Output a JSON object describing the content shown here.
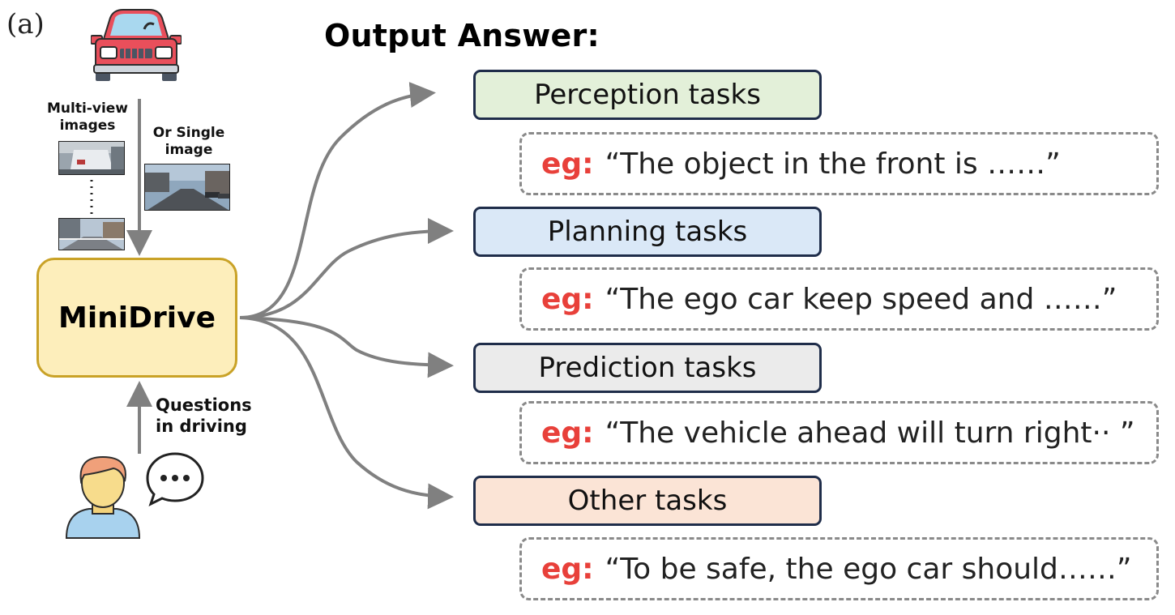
{
  "panel_label": "(a)",
  "output_title": "Output Answer:",
  "inputs": {
    "multiview_label": "Multi-view images",
    "single_label": "Or Single image",
    "questions_label": "Questions in driving"
  },
  "model": {
    "label": "MiniDrive"
  },
  "tasks": [
    {
      "label": "Perception tasks",
      "fill": "#e3f0d9",
      "eg_prefix": "eg:",
      "eg_text": "“The object in the front is ……”"
    },
    {
      "label": "Planning tasks",
      "fill": "#dae8f7",
      "eg_prefix": "eg:",
      "eg_text": "“The ego car keep speed and ……”"
    },
    {
      "label": "Prediction tasks",
      "fill": "#ebebeb",
      "eg_prefix": "eg:",
      "eg_text": "“The vehicle ahead will turn right·· ”"
    },
    {
      "label": "Other tasks",
      "fill": "#fbe4d6",
      "eg_prefix": "eg:",
      "eg_text": "“To be safe, the ego car should……”"
    }
  ],
  "colors": {
    "arrow": "#808080",
    "model_fill": "#fdeebb",
    "model_border": "#c9a227",
    "eg_prefix": "#e8403a",
    "task_border": "#1f2d4a"
  },
  "icons": [
    "car-icon",
    "user-icon",
    "speech-bubble-icon"
  ]
}
